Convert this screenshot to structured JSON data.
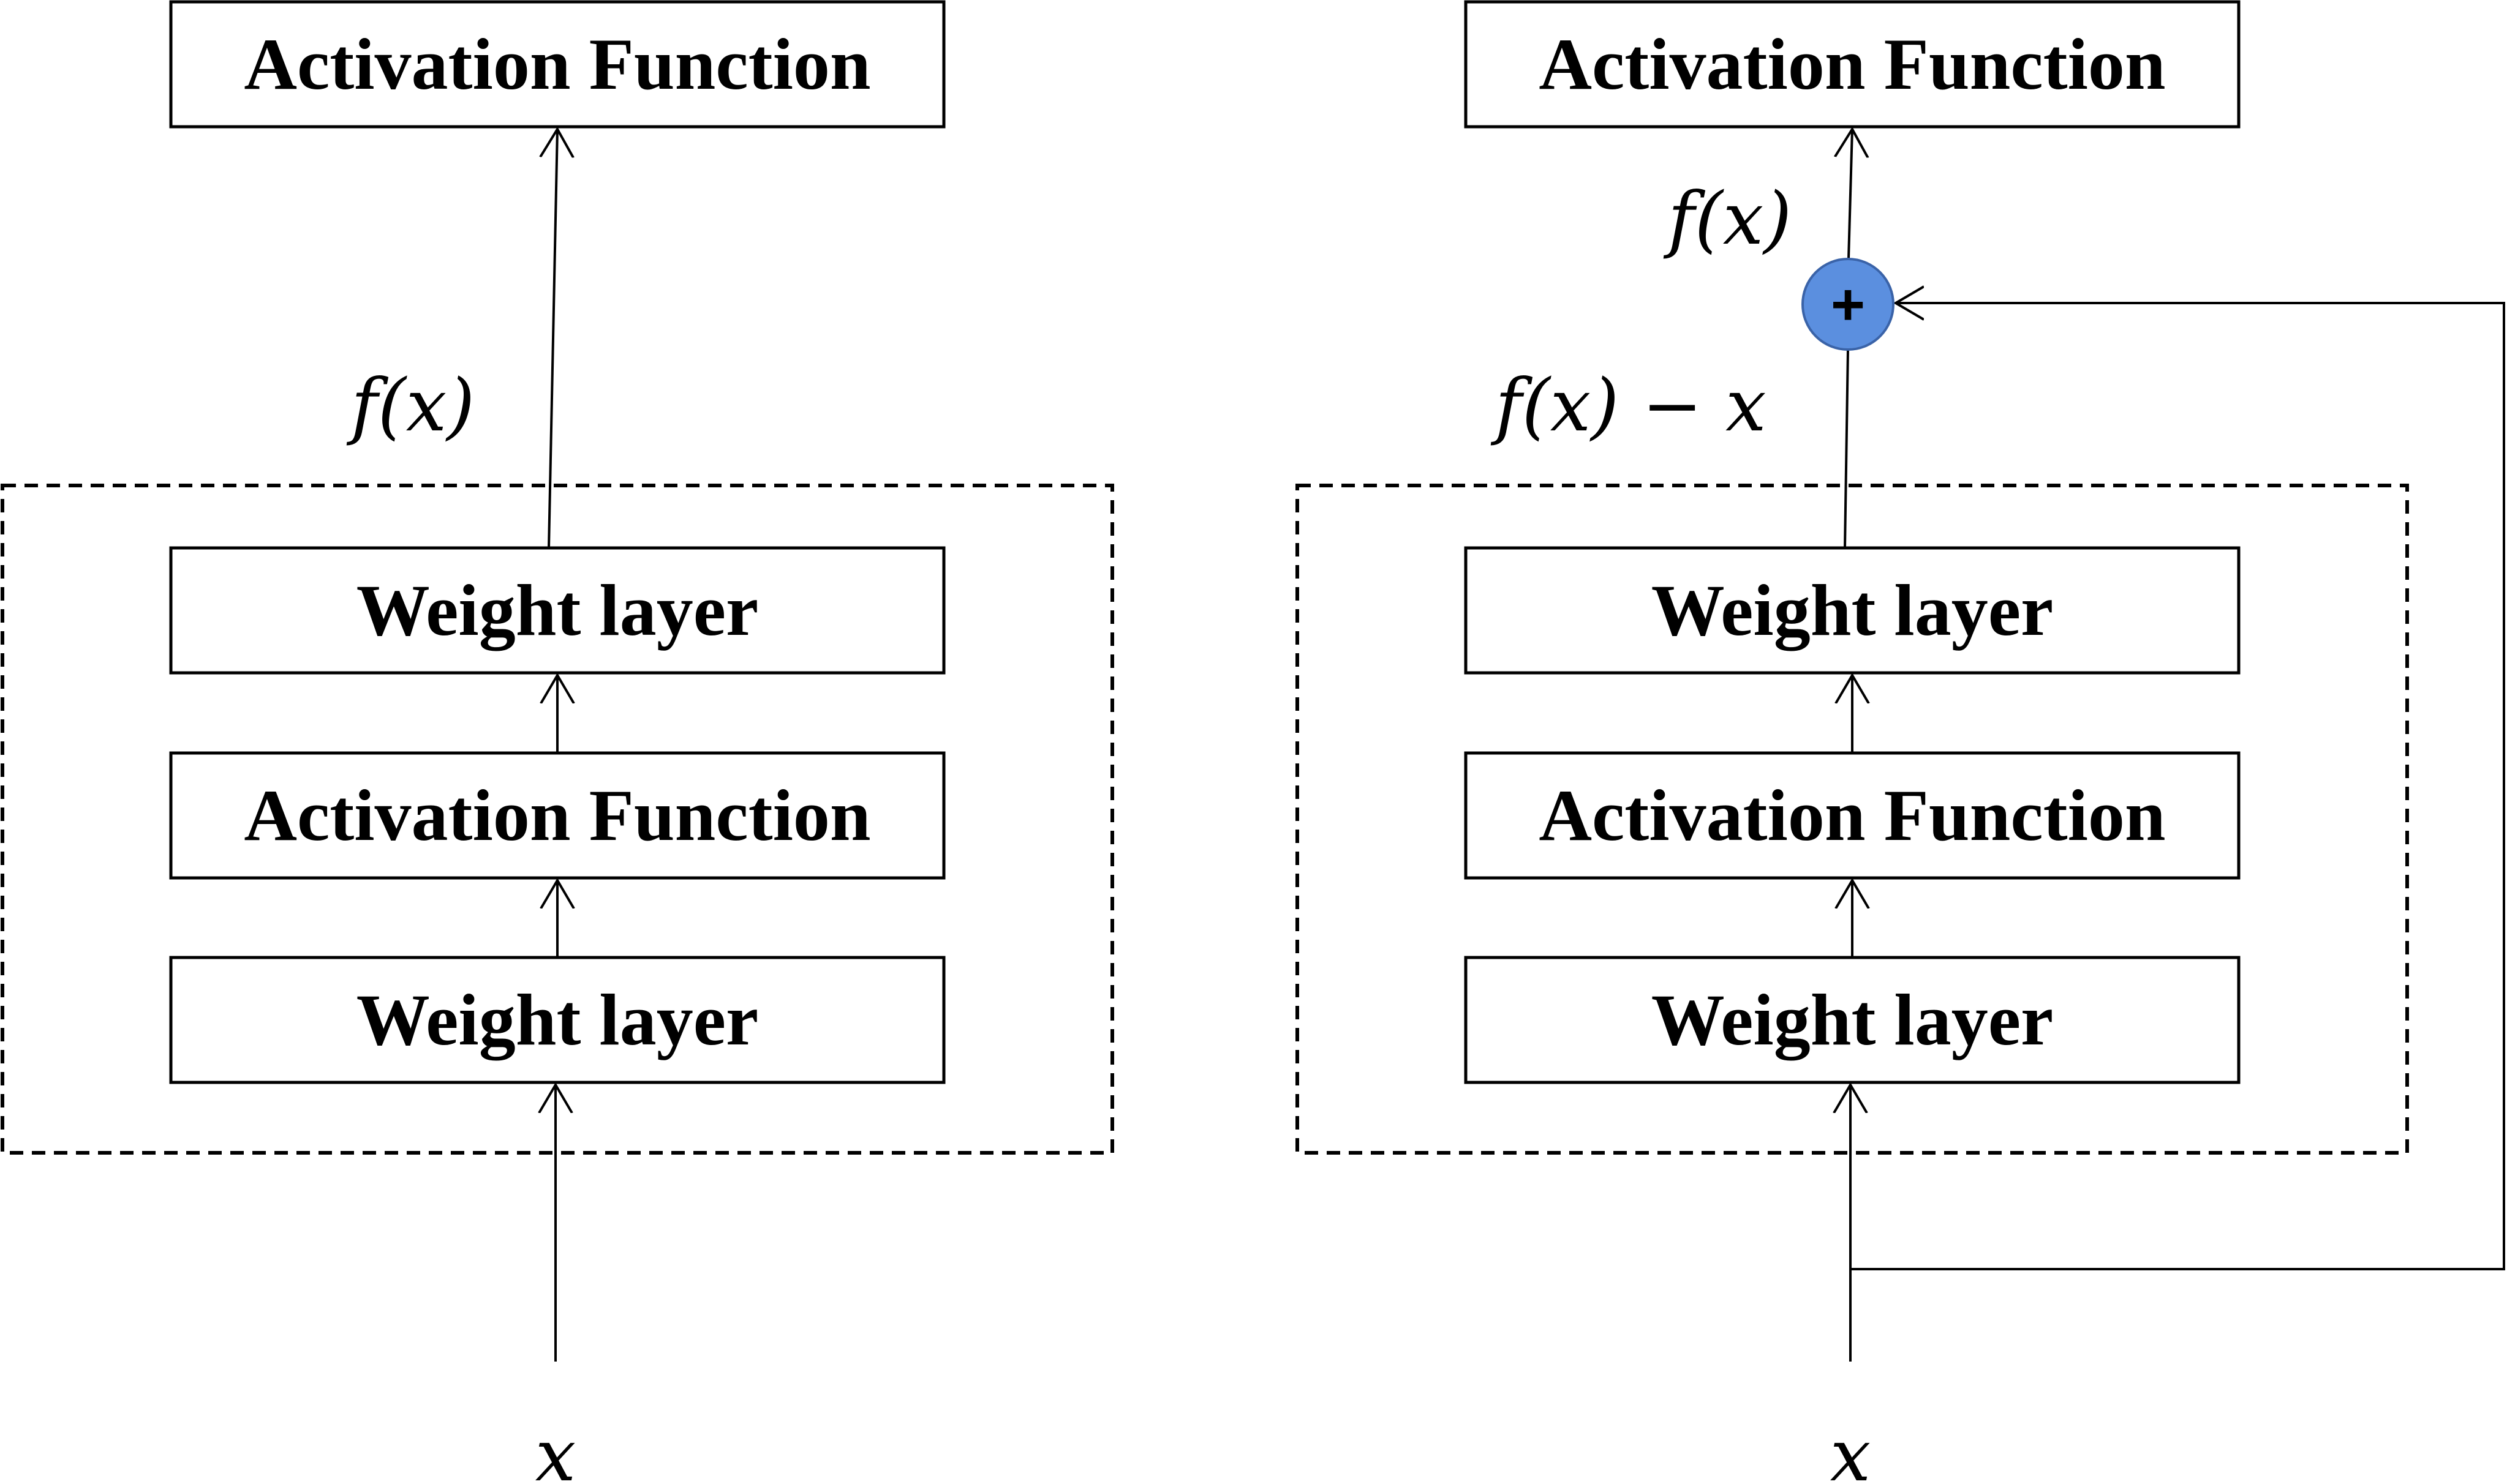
{
  "plain_block": {
    "output_label": "Activation Function",
    "layers": [
      "Weight layer",
      "Activation Function",
      "Weight layer"
    ],
    "output_expression": "f(x)",
    "input_label": "x"
  },
  "residual_block": {
    "output_label": "Activation Function",
    "layers": [
      "Weight layer",
      "Activation Function",
      "Weight layer"
    ],
    "sum_expression": "f(x)",
    "residual_expression": "f(x) − x",
    "add_symbol": "+",
    "input_label": "x"
  },
  "colors": {
    "add_node": "#5b8fdf",
    "add_node_border": "#3a63a8"
  }
}
